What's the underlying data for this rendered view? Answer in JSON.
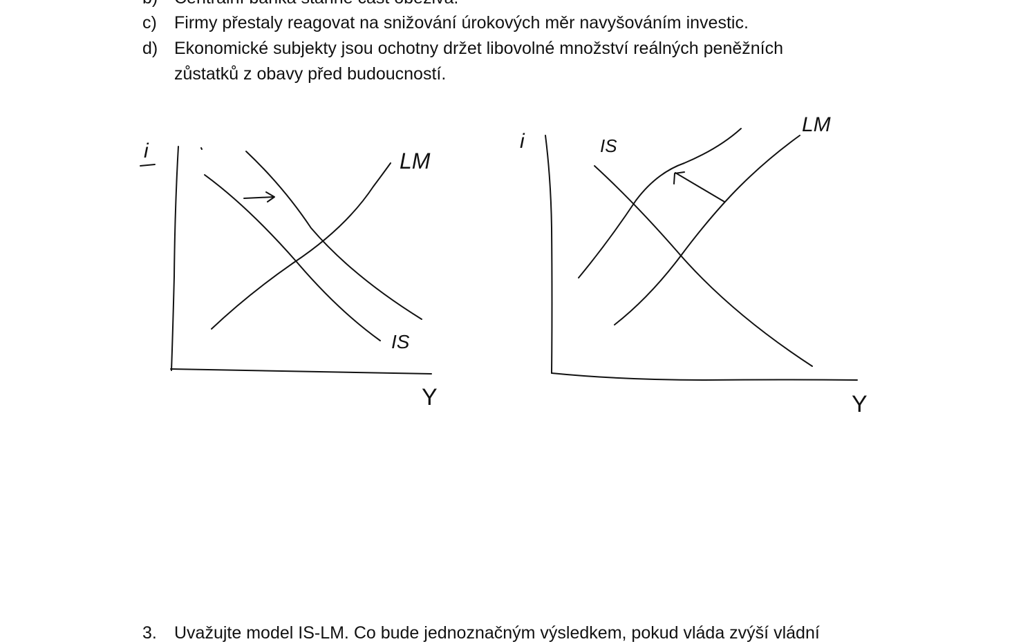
{
  "question_list": {
    "item_b": {
      "marker": "b)",
      "text": "Centrální banka stáhne část oběživa."
    },
    "item_c": {
      "marker": "c)",
      "text": "Firmy přestaly reagovat na snižování úrokových měr navyšováním investic."
    },
    "item_d": {
      "marker": "d)",
      "text_line1": "Ekonomické subjekty jsou ochotny držet libovolné množství reálných peněžních",
      "text_line2": "zůstatků z obavy před budoucností."
    }
  },
  "sketch_left": {
    "y_axis_label": "i",
    "x_axis_label": "Y",
    "lm_label": "LM",
    "is_label": "IS"
  },
  "sketch_right": {
    "y_axis_label": "i",
    "x_axis_label": "Y",
    "lm_label": "LM",
    "is_label": "IS"
  },
  "question_3": {
    "number": "3.",
    "text": "Uvažujte model IS-LM. Co bude jednoznačným výsledkem, pokud vláda zvýší vládní"
  }
}
